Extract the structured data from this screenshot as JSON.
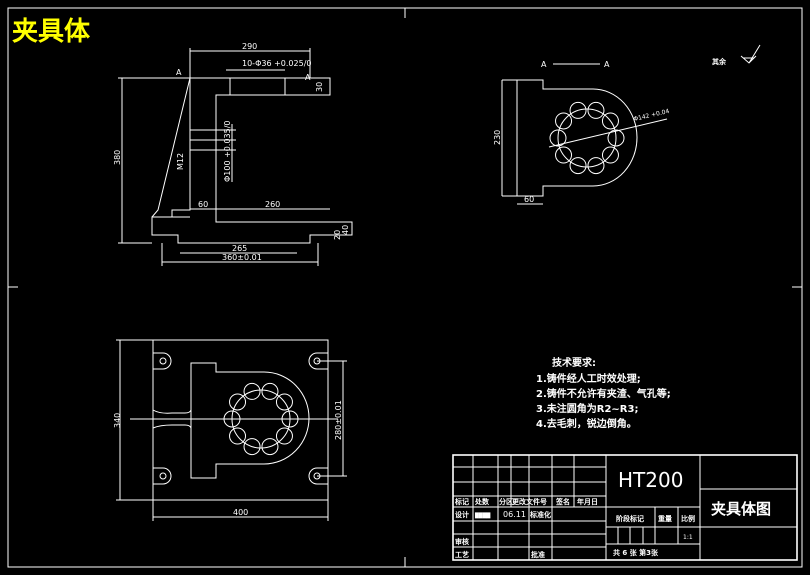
{
  "drawing_title": "夹具体",
  "front_view": {
    "dims": {
      "width_top": "290",
      "holes": "10-Φ36 +0.025/0",
      "flange_thk": "30",
      "height": "380",
      "left_step": "60",
      "inner_len": "260",
      "base_thk": "40",
      "base_step": "20",
      "bore": "Φ100 +0.035/0",
      "thread": "M12",
      "base_inner": "265",
      "base_total": "360±0.01",
      "section_mark": "A"
    }
  },
  "section_view": {
    "label_left": "A",
    "label_right": "A",
    "dims": {
      "height": "230",
      "width": "60",
      "pcd": "Φ142 +0.04"
    },
    "roughness_label": "其余"
  },
  "bottom_view": {
    "dims": {
      "height": "340",
      "width": "400",
      "spacing": "280±0.01"
    }
  },
  "tech_requirements": {
    "title": "技术要求:",
    "items": [
      "1.铸件经人工时效处理;",
      "2.铸件不允许有夹渣、气孔等;",
      "3.未注圆角为R2~R3;",
      "4.去毛刺，锐边倒角。"
    ]
  },
  "title_block": {
    "material": "HT200",
    "drawing_name": "夹具体图",
    "headers": [
      "标记",
      "处数",
      "分区",
      "更改文件号",
      "签名",
      "年月日"
    ],
    "design_label": "设计",
    "designer": "████",
    "date": "06.11",
    "standardize_label": "标准化",
    "review_label": "审核",
    "process_label": "工艺",
    "approve_label": "批准",
    "stage_label": "阶段标记",
    "weight_label": "重量",
    "scale_label": "比例",
    "scale_value": "1:1",
    "sheets": "共 6 张 第3张"
  }
}
